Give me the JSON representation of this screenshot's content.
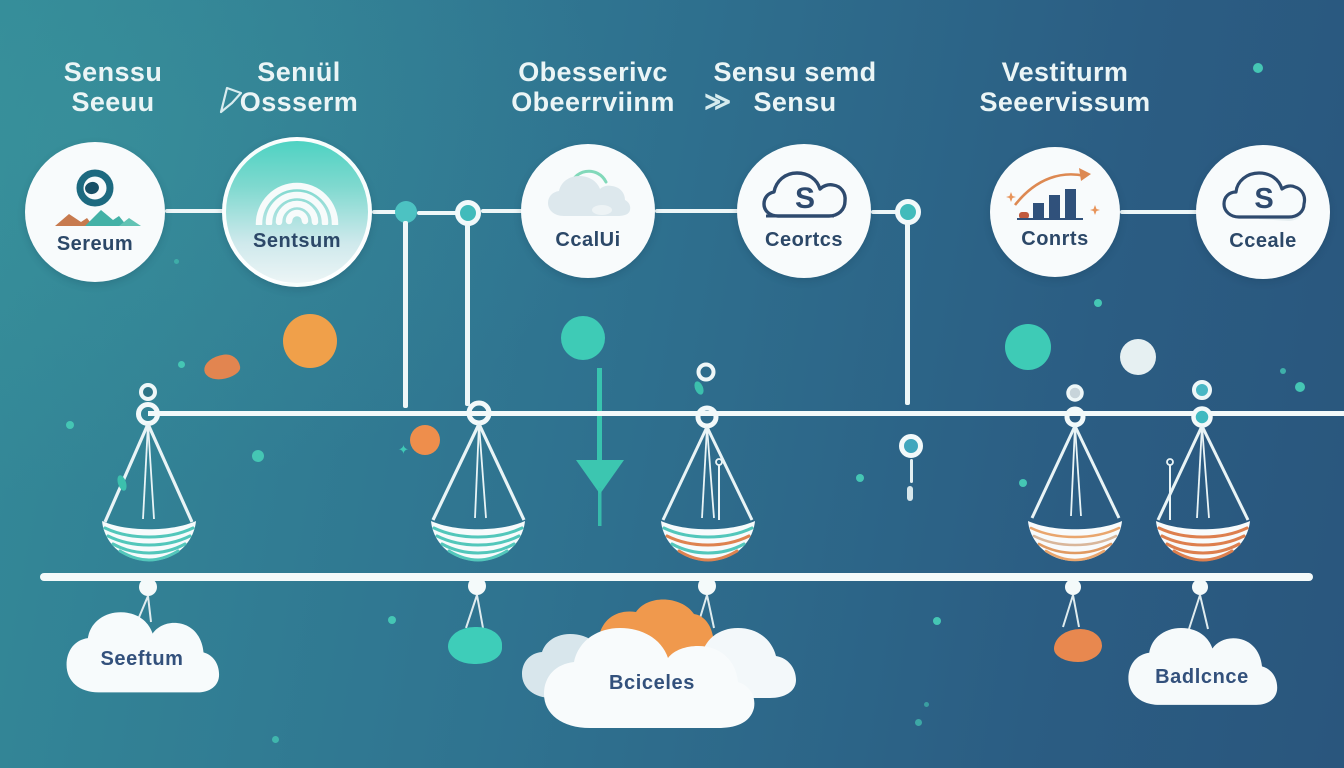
{
  "headers": [
    {
      "line1": "Senssu",
      "line2": "Seeuu"
    },
    {
      "line1": "Senıül",
      "line2": "Ossserm"
    },
    {
      "line1": "Obesserivc",
      "line2": "Obeerrviinm"
    },
    {
      "line1": "Sensu semd",
      "line2": "Sensu"
    },
    {
      "line1": "Vestiturm",
      "line2": "Seeervissum"
    }
  ],
  "chevron_glyph": "≫",
  "nodes": [
    {
      "label": "Sereum"
    },
    {
      "label": "Sentsum"
    },
    {
      "label": "CcalUi"
    },
    {
      "label": "Ceortcs",
      "icon_letter": "S"
    },
    {
      "label": "Conrts"
    },
    {
      "label": "Cceale",
      "icon_letter": "S"
    }
  ],
  "clouds": [
    {
      "label": "Seeftum"
    },
    {
      "label": "Bciceles"
    },
    {
      "label": "Badlcnce"
    }
  ],
  "palette": {
    "background_left": "#348a98",
    "background_right": "#2a567d",
    "line_white": "#f2f9fa",
    "navy": "#2e4a6e",
    "teal_accent": "#3fc9b6",
    "orange": "#f0994d",
    "deep_orange": "#e2804e"
  }
}
